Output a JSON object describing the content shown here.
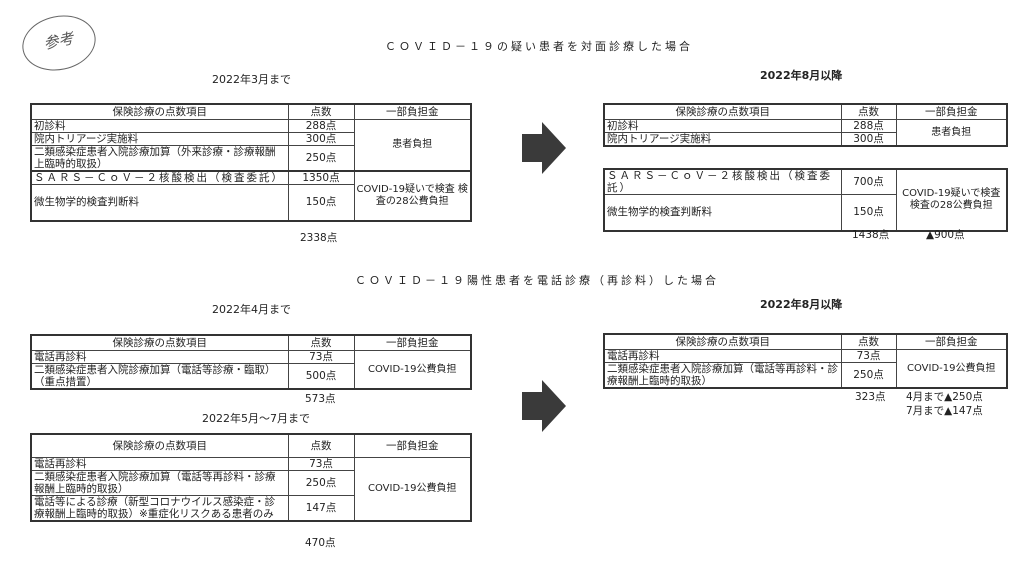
{
  "stamp": "参考",
  "section1": {
    "title": "ＣＯＶＩＤ－１９の疑い患者を対面診療した場合",
    "before": {
      "period": "2022年3月まで",
      "headers": [
        "保険診療の点数項目",
        "点数",
        "一部負担金"
      ],
      "rows": [
        {
          "item": "初診料",
          "points": "288点"
        },
        {
          "item": "院内トリアージ実施料",
          "points": "300点"
        },
        {
          "item": "二類感染症患者入院診療加算（外来診療・診療報酬上臨時的取扱）",
          "points": "250点"
        },
        {
          "item": "ＳＡＲＳ－ＣｏＶ－２核酸検出（検査委託）",
          "points": "1350点"
        },
        {
          "item": "微生物学的検査判断料",
          "points": "150点"
        }
      ],
      "fee_groups": [
        "患者負担",
        "COVID-19疑いで検査 検査の28公費負担"
      ],
      "total": "2338点"
    },
    "after": {
      "period": "2022年8月以降",
      "headers": [
        "保険診療の点数項目",
        "点数",
        "一部負担金"
      ],
      "rows": [
        {
          "item": "初診料",
          "points": "288点"
        },
        {
          "item": "院内トリアージ実施料",
          "points": "300点"
        },
        {
          "item": "ＳＡＲＳ－ＣｏＶ－２核酸検出（検査委託）",
          "points": "700点"
        },
        {
          "item": "微生物学的検査判断料",
          "points": "150点"
        }
      ],
      "fee_groups": [
        "患者負担",
        "COVID-19疑いで検査 検査の28公費負担"
      ],
      "total": "1438点",
      "diff": "▲900点"
    }
  },
  "section2": {
    "title": "ＣＯＶＩＤ－１９陽性患者を電話診療（再診料）した場合",
    "before1": {
      "period": "2022年4月まで",
      "headers": [
        "保険診療の点数項目",
        "点数",
        "一部負担金"
      ],
      "rows": [
        {
          "item": "電話再診料",
          "points": "73点"
        },
        {
          "item": "二類感染症患者入院診療加算（電話等診療・臨取）（重点措置）",
          "points": "500点"
        }
      ],
      "fee": "COVID-19公費負担",
      "total": "573点"
    },
    "before2": {
      "period": "2022年5月～7月まで",
      "headers": [
        "保険診療の点数項目",
        "点数",
        "一部負担金"
      ],
      "rows": [
        {
          "item": "電話再診料",
          "points": "73点"
        },
        {
          "item": "二類感染症患者入院診療加算（電話等再診料・診療報酬上臨時的取扱）",
          "points": "250点"
        },
        {
          "item": "電話等による診療（新型コロナウイルス感染症・診療報酬上臨時的取扱）※重症化リスクある患者のみ",
          "points": "147点"
        }
      ],
      "fee": "COVID-19公費負担",
      "total": "470点"
    },
    "after": {
      "period": "2022年8月以降",
      "headers": [
        "保険診療の点数項目",
        "点数",
        "一部負担金"
      ],
      "rows": [
        {
          "item": "電話再診料",
          "points": "73点"
        },
        {
          "item": "二類感染症患者入院診療加算（電話等再診料・診療報酬上臨時的取扱）",
          "points": "250点"
        }
      ],
      "fee": "COVID-19公費負担",
      "total": "323点",
      "diffs": [
        "4月まで▲250点",
        "7月まで▲147点"
      ]
    }
  }
}
